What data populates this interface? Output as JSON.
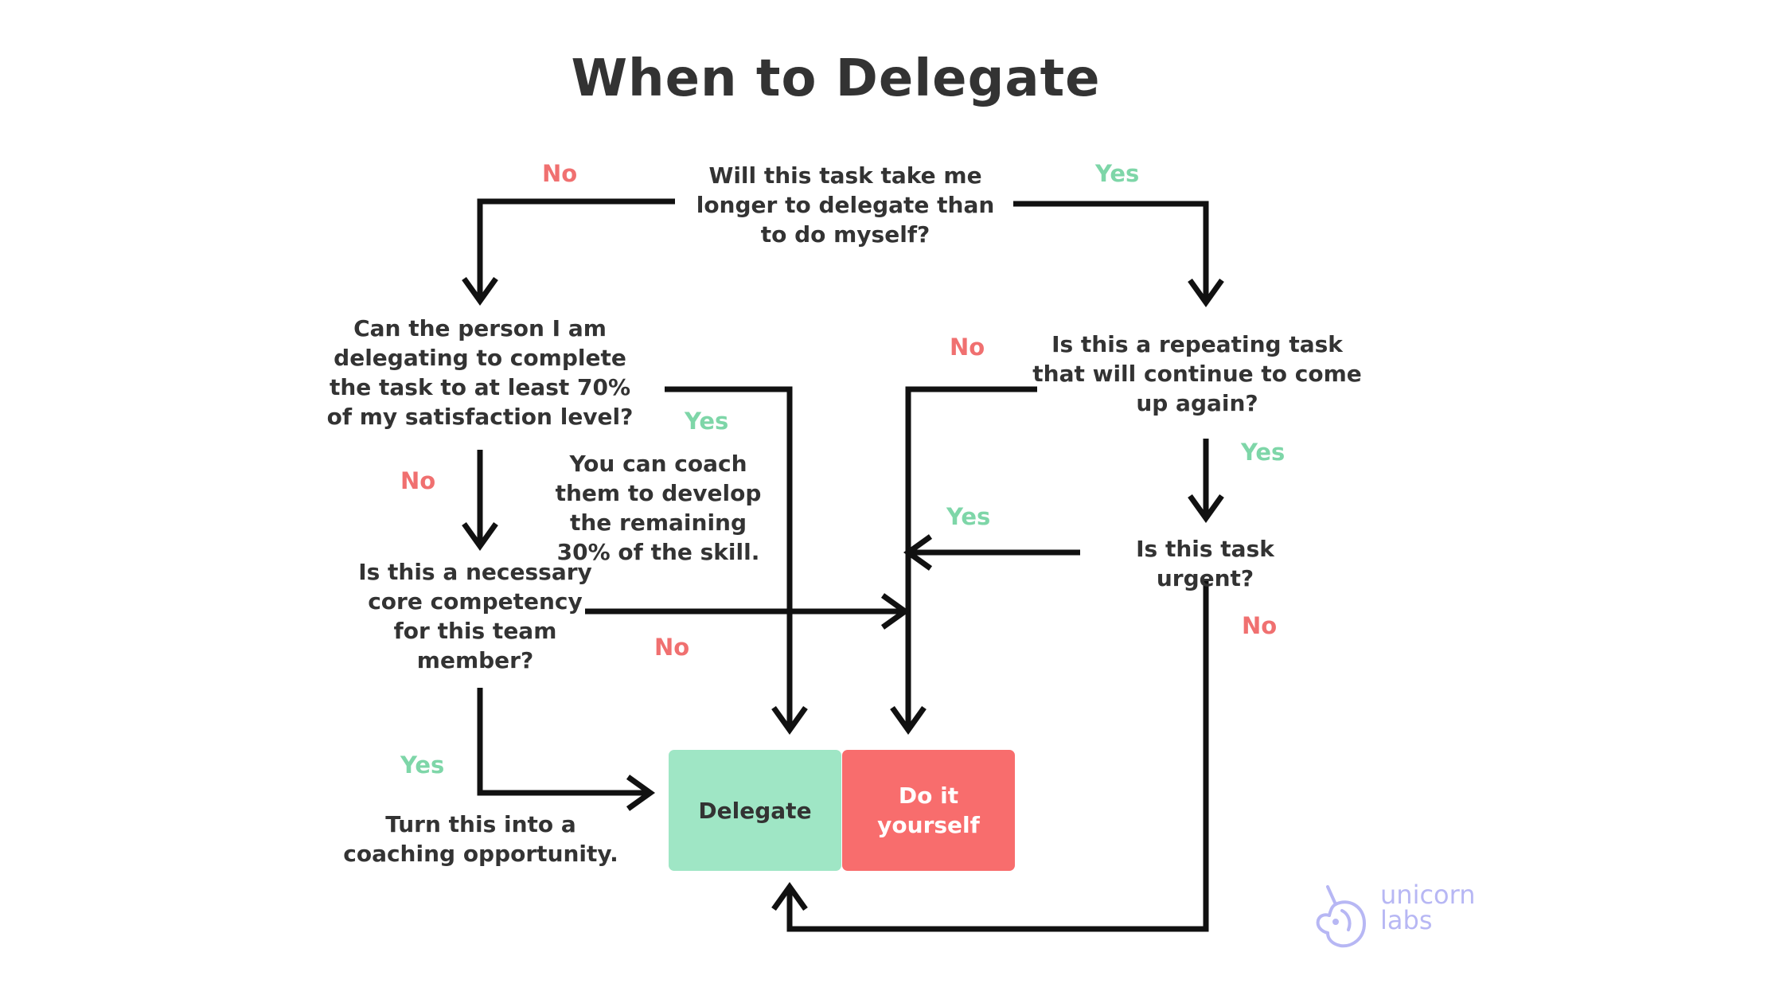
{
  "title": "When to Delegate",
  "questions": {
    "q1": "Will this task take me longer to delegate than to do myself?",
    "q2": "Can the person I am delegating to complete the task to at least 70% of my satisfaction level?",
    "q3": "Is this a repeating task that will continue to come up again?",
    "q4": "Is this a necessary core competency for this team member?",
    "q5": "Is this task urgent?"
  },
  "notes": {
    "coach": "You can coach them to develop the remaining 30% of the skill.",
    "coaching_opportunity": "Turn this into a coaching opportunity."
  },
  "labels": {
    "q1_no": "No",
    "q1_yes": "Yes",
    "q2_yes": "Yes",
    "q2_no": "No",
    "q3_no": "No",
    "q3_yes": "Yes",
    "q5_yes": "Yes",
    "q5_no": "No",
    "q4_no": "No",
    "q4_yes": "Yes"
  },
  "outcomes": {
    "delegate": "Delegate",
    "do_it_yourself": "Do it yourself"
  },
  "logo": {
    "line1": "unicorn",
    "line2": "labs",
    "icon": "unicorn-head-icon"
  },
  "colors": {
    "yes": "#7ed6a8",
    "no": "#f07070",
    "delegate_box": "#9fe6c5",
    "do_it_box": "#f86d6d",
    "logo": "#b7b7f4"
  }
}
